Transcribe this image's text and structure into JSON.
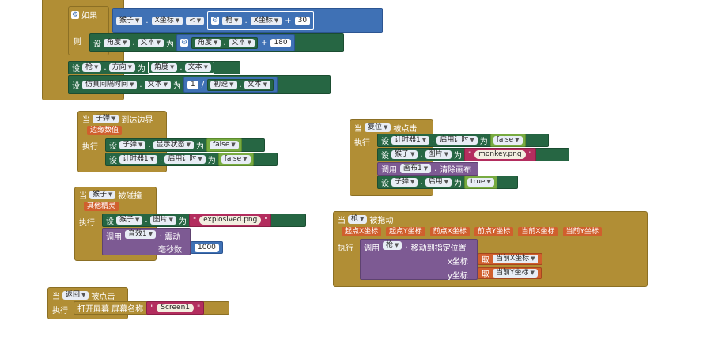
{
  "top_block": {
    "if_label": "如果",
    "then_label": "则",
    "cond_left_sprite": "猴子",
    "cond_left_prop": "X坐标",
    "cond_op": "<",
    "cond_right_sprite": "枪",
    "cond_right_prop": "X坐标",
    "plus": "+",
    "cond_num": "30",
    "then_set": "设",
    "then_target": "角度",
    "then_prop": "文本",
    "then_to": "为",
    "then_src": "角度",
    "then_src_prop": "文本",
    "then_num": "180",
    "set1_label": "设",
    "set1_target": "枪",
    "set1_prop": "方向",
    "set1_to": "为",
    "set1_src": "角度",
    "set1_src_prop": "文本",
    "set2_label": "设",
    "set2_target": "仿真间隔时间",
    "set2_prop": "文本",
    "set2_to": "为",
    "set2_num": "1",
    "div": "/",
    "set2_src": "初速",
    "set2_src_prop": "文本"
  },
  "bullet_edge": {
    "when": "当",
    "comp": "子弹",
    "event": "到达边界",
    "param": "边缘数值",
    "do": "执行",
    "s1_set": "设",
    "s1_comp": "子弹",
    "s1_prop": "显示状态",
    "s1_to": "为",
    "s1_val": "false",
    "s2_set": "设",
    "s2_comp": "计时器1",
    "s2_prop": "启用计时",
    "s2_to": "为",
    "s2_val": "false"
  },
  "reset_click": {
    "when": "当",
    "comp": "复位",
    "event": "被点击",
    "do": "执行",
    "s1_set": "设",
    "s1_comp": "计时器1",
    "s1_prop": "启用计时",
    "s1_to": "为",
    "s1_val": "false",
    "s2_set": "设",
    "s2_comp": "猴子",
    "s2_prop": "图片",
    "s2_to": "为",
    "s2_val": "monkey.png",
    "call_label": "调用",
    "call_comp": "画布1",
    "call_method": "清除画布",
    "s3_set": "设",
    "s3_comp": "子弹",
    "s3_prop": "启用",
    "s3_to": "为",
    "s3_val": "true"
  },
  "monkey_hit": {
    "when": "当",
    "comp": "猴子",
    "event": "被碰撞",
    "param": "其他精灵",
    "do": "执行",
    "s1_set": "设",
    "s1_comp": "猴子",
    "s1_prop": "图片",
    "s1_to": "为",
    "s1_val": "explosived.png",
    "call_label": "调用",
    "call_comp": "音效1",
    "call_method": "震动",
    "ms_label": "毫秒数",
    "ms_val": "1000"
  },
  "gun_drag": {
    "when": "当",
    "comp": "枪",
    "event": "被拖动",
    "params": [
      "起点X坐标",
      "起点Y坐标",
      "前点X坐标",
      "前点Y坐标",
      "当前X坐标",
      "当前Y坐标"
    ],
    "do": "执行",
    "call_label": "调用",
    "call_comp": "枪",
    "call_method": "移动到指定位置",
    "x_label": "x坐标",
    "y_label": "y坐标",
    "get": "取",
    "x_val": "当前X坐标",
    "y_val": "当前Y坐标"
  },
  "back_click": {
    "when": "当",
    "comp": "返回",
    "event": "被点击",
    "do": "执行",
    "action": "打开屏幕 屏幕名称",
    "screen": "Screen1"
  }
}
